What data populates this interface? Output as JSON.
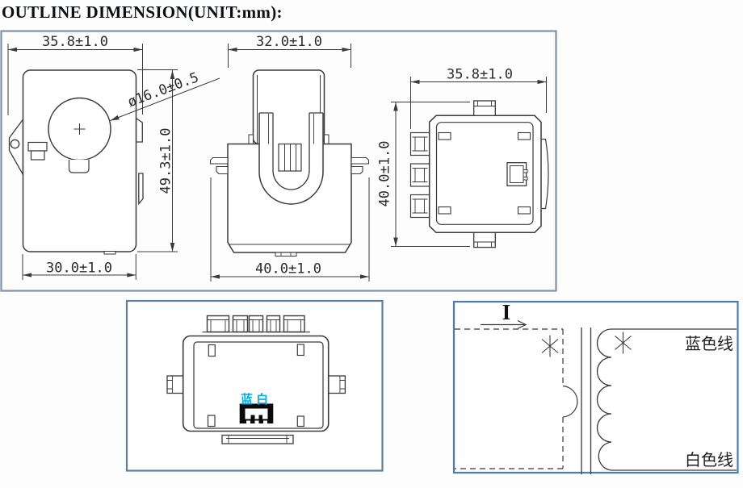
{
  "title": "OUTLINE DIMENSION(UNIT:mm):",
  "views": {
    "front": {
      "width_top": "35.8±1.0",
      "hole_diameter": "ø16.0±0.5",
      "height": "49.3±1.0",
      "width_bottom": "30.0±1.0"
    },
    "side": {
      "width_top": "32.0±1.0",
      "width_bottom": "40.0±1.0"
    },
    "rear": {
      "width_top": "35.8±1.0",
      "height": "40.0±1.0"
    }
  },
  "bottom_view": {
    "connector_label": "蓝 白"
  },
  "schematic": {
    "current_label": "I",
    "blue_wire_label": "蓝色线",
    "white_wire_label": "白色线"
  },
  "colors": {
    "outline_frame_border": "#7e92a8",
    "bottom_view_frame_border": "#5e7f9d",
    "schematic_frame_border": "#477bbd",
    "connector_text_cyan": "#00aee8",
    "drawing_line": "#3a3a3a"
  }
}
